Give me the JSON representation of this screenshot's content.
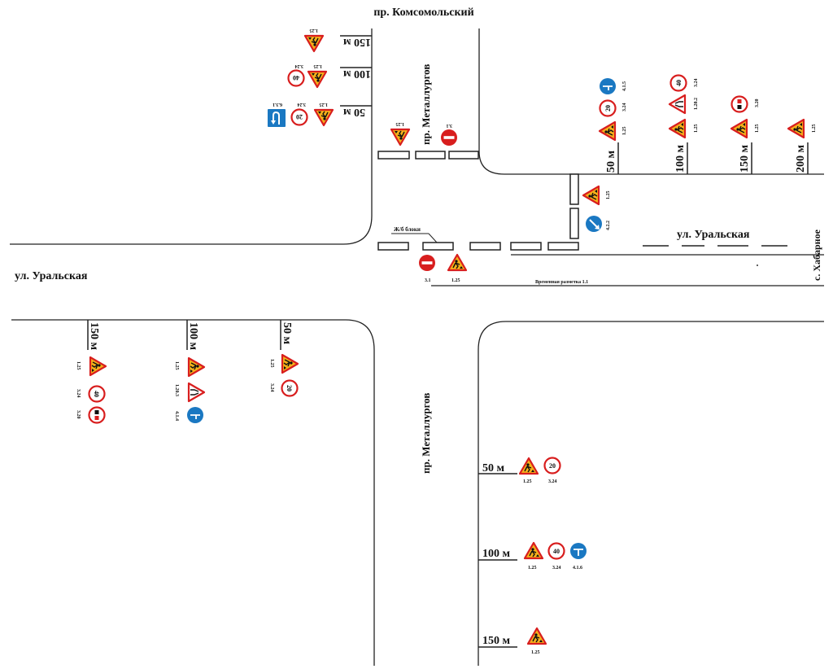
{
  "streets": {
    "komsomolsky": "пр. Комсомольский",
    "metallurgov": "пр. Металлургов",
    "uralskaya": "ул. Уральская",
    "khabarnoe": "с. Хабарное"
  },
  "notes": {
    "concrete_blocks": "Ж/б блоки",
    "temporary_marking": "Временная разметка 1.1"
  },
  "distances": {
    "d50": "50 м",
    "d100": "100 м",
    "d150": "150 м",
    "d200": "200 м"
  },
  "sign_codes": {
    "roadworks": "1.25",
    "no_entry": "3.1",
    "speed_limit": "3.24",
    "no_overtaking_end": "3.20",
    "narrowing_both": "1.20.2",
    "narrowing_right": "1.20.3",
    "straight_or_left": "4.1.5",
    "straight_or_right": "4.1.4",
    "right_or_left": "4.1.6",
    "pass_left": "4.2.2",
    "u_turn_place": "6.3.1"
  },
  "speed_values": {
    "s20": "20",
    "s40": "40"
  },
  "colors": {
    "red": "#d81e1e",
    "yellow": "#f6b01a",
    "blue": "#1a78c2",
    "line": "#222222"
  }
}
